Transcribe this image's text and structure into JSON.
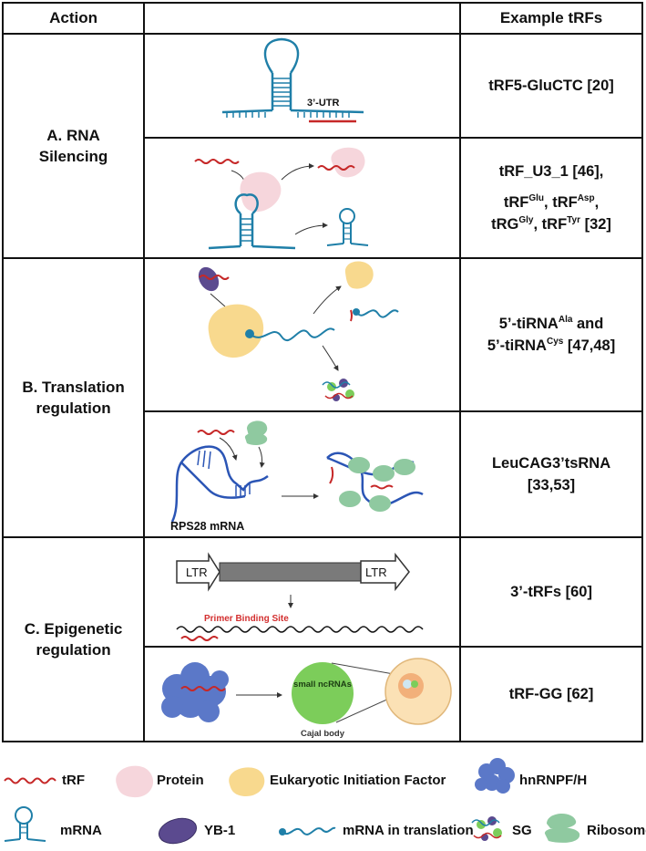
{
  "table": {
    "header": {
      "action": "Action",
      "figure": "",
      "examples": "Example tRFs"
    },
    "sections": [
      {
        "action_line1": "A. RNA",
        "action_line2": "Silencing",
        "rows": [
          {
            "figure_label": "3’-UTR",
            "example": "tRF5-GluCTC [20]"
          },
          {
            "example_line1": "tRF_U3_1 [46],",
            "example_line2_parts": [
              "tRF",
              "Glu",
              ", tRF",
              "Asp",
              ","
            ],
            "example_line3_parts": [
              "tRG",
              "Gly",
              ",  tRF",
              "Tyr",
              " [32]"
            ]
          }
        ]
      },
      {
        "action_line1": "B. Translation",
        "action_line2": "regulation",
        "rows": [
          {
            "example_line1_parts": [
              "5’-tiRNA",
              "Ala",
              " and"
            ],
            "example_line2_parts": [
              "5’-tiRNA",
              "Cys",
              " [47,48]"
            ]
          },
          {
            "figure_label": "RPS28 mRNA",
            "example_line1": "LeuCAG3’tsRNA",
            "example_line2": "[33,53]"
          }
        ]
      },
      {
        "action_line1": "C. Epigenetic",
        "action_line2": "regulation",
        "rows": [
          {
            "figure_ltr_left": "LTR",
            "figure_ltr_right": "LTR",
            "figure_label": "Primer Binding Site",
            "example": "3’-tRFs [60]"
          },
          {
            "figure_circle_label": "small ncRNAs",
            "figure_caption": "Cajal body",
            "example": "tRF-GG [62]"
          }
        ]
      }
    ]
  },
  "legend": {
    "items": [
      {
        "label": "tRF",
        "icon": "trf-icon"
      },
      {
        "label": "Protein",
        "icon": "protein-icon"
      },
      {
        "label": "Eukaryotic Initiation Factor",
        "icon": "eif-icon"
      },
      {
        "label": "hnRNPF/H",
        "icon": "hnrnp-icon"
      },
      {
        "label": "mRNA",
        "icon": "mrna-icon"
      },
      {
        "label": "YB-1",
        "icon": "yb1-icon"
      },
      {
        "label": "mRNA in translation",
        "icon": "mrna-translation-icon"
      },
      {
        "label": "SG",
        "icon": "sg-icon"
      },
      {
        "label": "Ribosome",
        "icon": "ribosome-icon"
      }
    ]
  },
  "colors": {
    "trf_red": "#c62828",
    "mrna_blue": "#1f7fa8",
    "protein_pink": "#f6d6dc",
    "eif_yellow": "#f8d98e",
    "ybox_purple": "#5b4a8f",
    "hnrnp_blue": "#5b78c8",
    "ribosome_green": "#8fc9a0",
    "cajal_green": "#7ccd5a",
    "ltr_gray": "#7a7a7a",
    "strand_blue": "#2b55b5",
    "label_red": "#d32f2f"
  }
}
